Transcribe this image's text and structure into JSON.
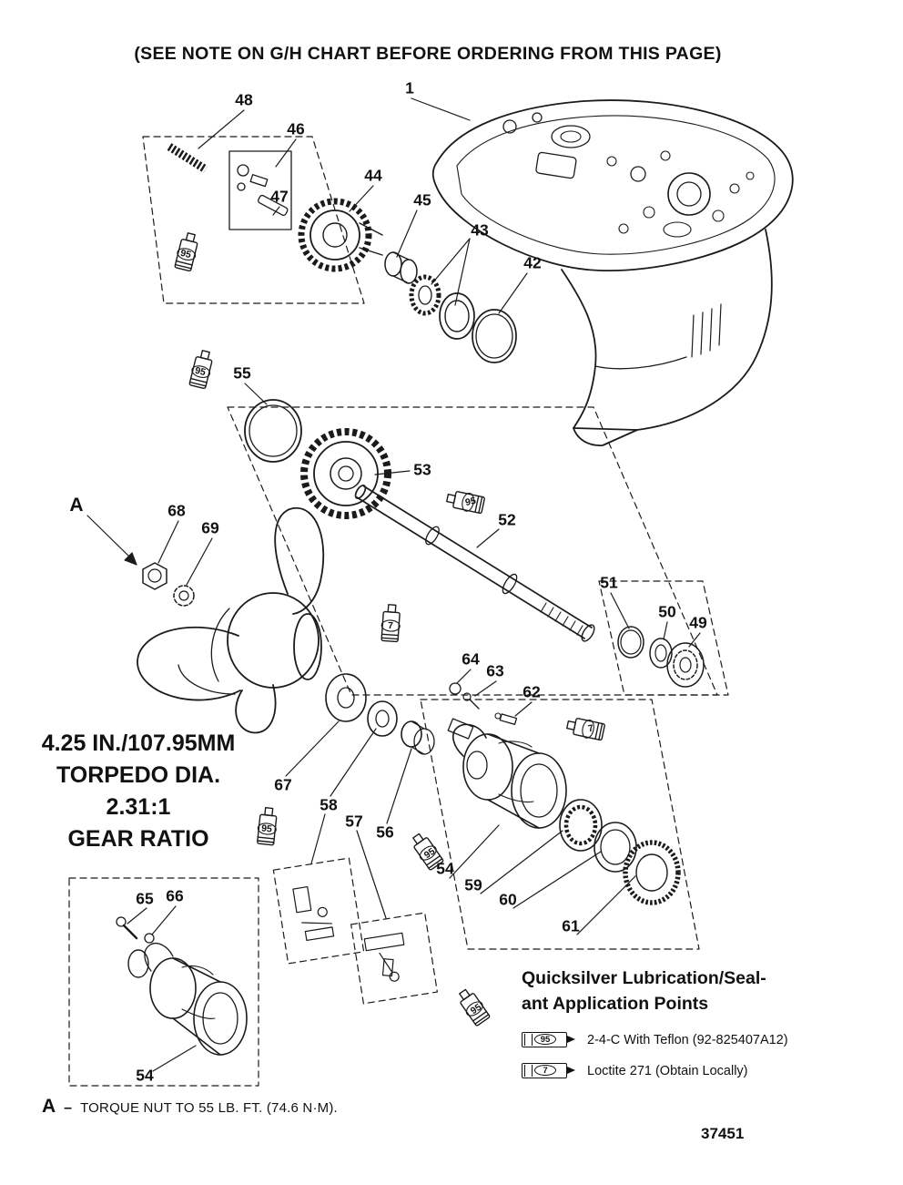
{
  "page": {
    "header_note": "(SEE NOTE ON G/H CHART BEFORE ORDERING FROM THIS PAGE)",
    "drawing_number": "37451"
  },
  "spec_block": {
    "line1": "4.25 IN./107.95MM",
    "line2": "TORPEDO DIA.",
    "line3": "2.31:1",
    "line4": "GEAR RATIO"
  },
  "legend": {
    "title_line1": "Quicksilver Lubrication/Seal-",
    "title_line2": "ant Application Points",
    "items": [
      {
        "code": "95",
        "label": "2-4-C  With Teflon (92-825407A12)"
      },
      {
        "code": "7",
        "label": "Loctite 271 (Obtain Locally)"
      }
    ]
  },
  "footnote": {
    "ref": "A",
    "dash": "–",
    "text": "TORQUE NUT TO 55 LB. FT. (74.6 N·M)."
  },
  "tube_codes": {
    "teflon": "95",
    "loctite": "7"
  },
  "callouts": {
    "c1": "1",
    "c42": "42",
    "c43": "43",
    "c44": "44",
    "c45": "45",
    "c46": "46",
    "c47": "47",
    "c48": "48",
    "c49": "49",
    "c50": "50",
    "c51": "51",
    "c52": "52",
    "c53": "53",
    "c54_upper": "54",
    "c54_lower": "54",
    "c55": "55",
    "c56": "56",
    "c57": "57",
    "c58": "58",
    "c59": "59",
    "c60": "60",
    "c61": "61",
    "c62": "62",
    "c63": "63",
    "c64": "64",
    "c65": "65",
    "c66": "66",
    "c67": "67",
    "c68": "68",
    "c69": "69",
    "cA": "A"
  }
}
